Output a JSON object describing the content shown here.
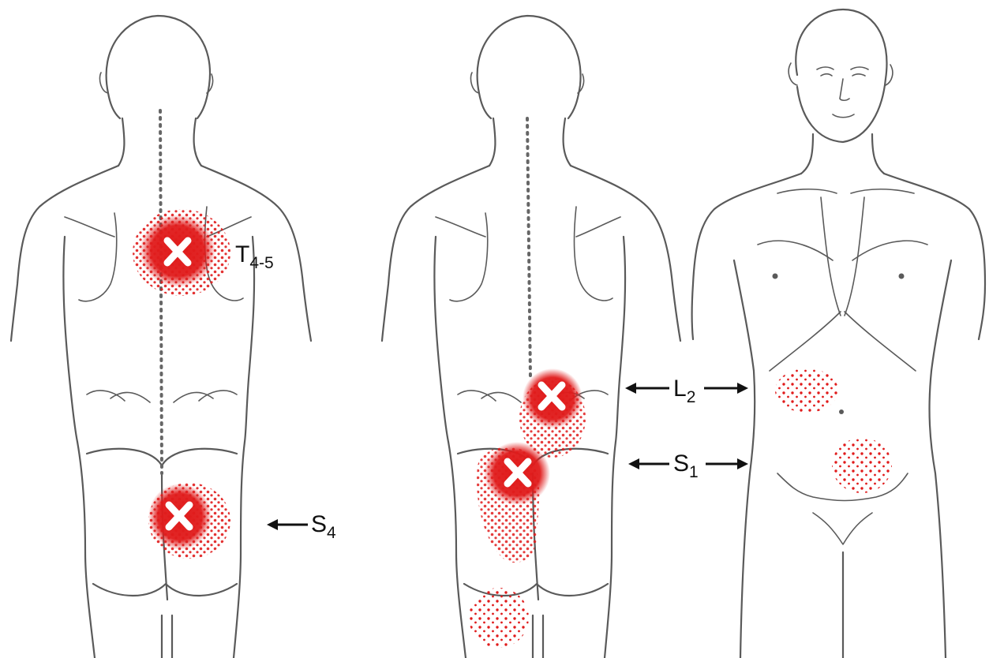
{
  "labels": {
    "t": {
      "main": "T",
      "sub": "4-5"
    },
    "s4": {
      "main": "S",
      "sub": "4"
    },
    "l2": {
      "main": "L",
      "sub": "2"
    },
    "s1": {
      "main": "S",
      "sub": "1"
    }
  },
  "colors": {
    "pain": "#e01b1b",
    "outline": "#5a5a5a",
    "mark": "#ffffff"
  }
}
